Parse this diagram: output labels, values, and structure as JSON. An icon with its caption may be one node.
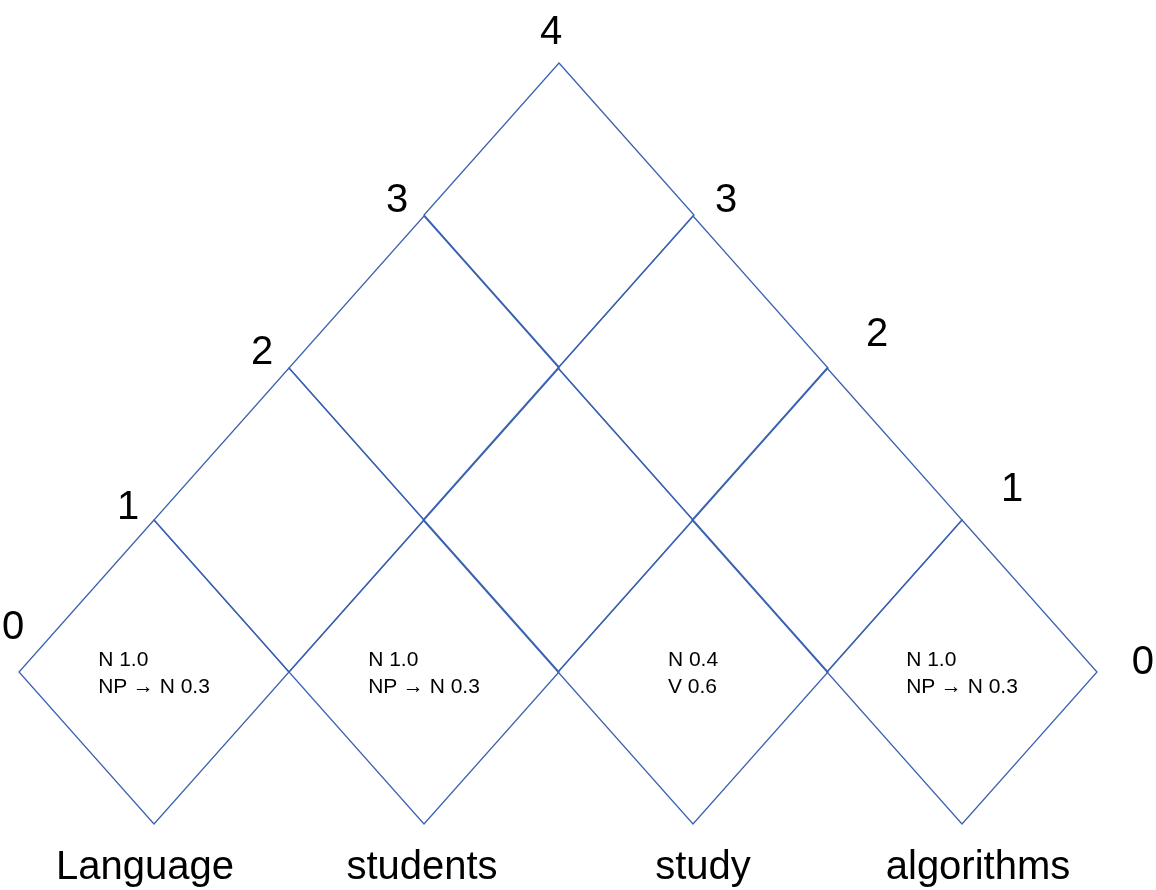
{
  "diagram": {
    "nodes": [
      {
        "text": [],
        "shape": "diamond"
      },
      {
        "text": [],
        "shape": "diamond"
      },
      {
        "text": [],
        "shape": "diamond"
      },
      {
        "text": [],
        "shape": "diamond"
      },
      {
        "text": [],
        "shape": "diamond"
      },
      {
        "text": [],
        "shape": "diamond"
      },
      {
        "text": [
          "N 1.0",
          "NP → N 0.3"
        ]
      },
      {
        "text": [
          "N 1.0",
          "NP → N 0.3"
        ]
      },
      {
        "text": [
          "N 0.4",
          "V 0.6"
        ]
      },
      {
        "text": [
          "N 1.0",
          "NP → N 0.3"
        ]
      }
    ],
    "labels": [
      "4",
      "3",
      "3",
      "2",
      "2",
      "1",
      "1",
      "0",
      "0",
      "Language",
      "students",
      "study",
      "algorithms"
    ]
  }
}
